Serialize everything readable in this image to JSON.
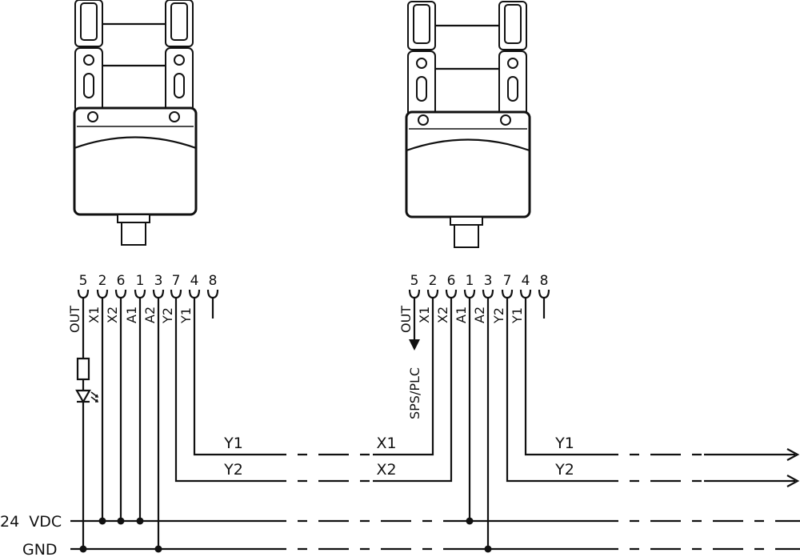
{
  "device_left": {
    "pins": [
      "5",
      "2",
      "6",
      "1",
      "3",
      "7",
      "4",
      "8"
    ],
    "terminals": [
      "OUT",
      "X1",
      "X2",
      "A1",
      "A2",
      "Y2",
      "Y1"
    ]
  },
  "device_right": {
    "pins": [
      "5",
      "2",
      "6",
      "1",
      "3",
      "7",
      "4",
      "8"
    ],
    "terminals": [
      "OUT",
      "X1",
      "X2",
      "A1",
      "A2",
      "Y2",
      "Y1"
    ],
    "plc_label": "SPS/PLC"
  },
  "signals": {
    "left_y1": "Y1",
    "left_y2": "Y2",
    "mid_x1": "X1",
    "mid_x2": "X2",
    "right_y1": "Y1",
    "right_y2": "Y2"
  },
  "rails": {
    "supply": "24  VDC",
    "ground": "GND"
  }
}
